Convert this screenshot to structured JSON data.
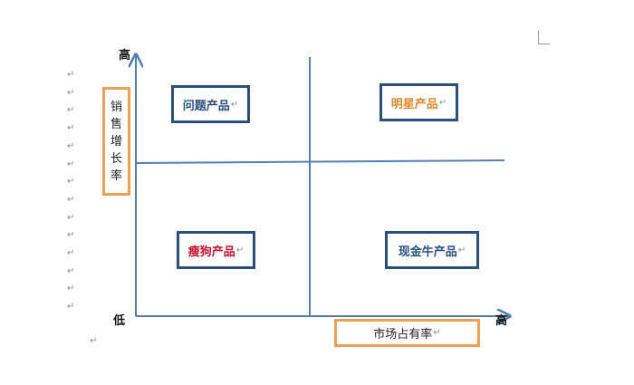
{
  "axes": {
    "y_high": "高",
    "x_low": "低",
    "x_high": "高",
    "y_label_chars": [
      "销",
      "售",
      "增",
      "长",
      "率"
    ],
    "x_label": "市场占有率"
  },
  "quadrants": {
    "top_left": "问题产品",
    "top_right": "明星产品",
    "bottom_left": "瘦狗产品",
    "bottom_right": "现金牛产品"
  },
  "paragraph_mark": "↵",
  "colors": {
    "axis": "#4f7fb5",
    "box_border": "#2a4f7f",
    "label_border": "#f0a050",
    "star_text": "#e0862e",
    "dog_text": "#c8102e",
    "default_text": "#2a4f7f"
  }
}
